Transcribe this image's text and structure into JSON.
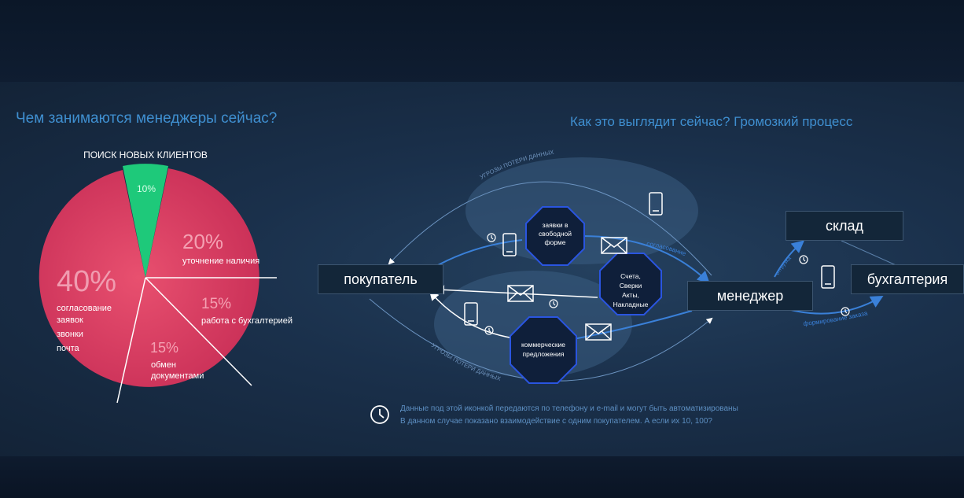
{
  "left": {
    "title": "Чем занимаются менеджеры сейчас?",
    "pie": {
      "slices": [
        {
          "key": "search",
          "percent": "10%",
          "value": 10,
          "label": "ПОИСК НОВЫХ КЛИЕНТОВ",
          "color": "#1ec97a"
        },
        {
          "key": "availability",
          "percent": "20%",
          "value": 20,
          "label": "уточнение наличия",
          "color": "#d8395f"
        },
        {
          "key": "accounting",
          "percent": "15%",
          "value": 15,
          "label": "работа с бухгалтерией",
          "color": "#d8395f"
        },
        {
          "key": "documents",
          "percent": "15%",
          "value": 15,
          "lines": [
            "обмен",
            "документами"
          ],
          "color": "#d8395f"
        },
        {
          "key": "approval",
          "percent": "40%",
          "value": 40,
          "lines": [
            "согласование",
            "заявок",
            "звонки",
            "почта"
          ],
          "color": "#d8395f"
        }
      ]
    }
  },
  "right": {
    "title": "Как это выглядит сейчас? Громозкий процесс",
    "nodes": {
      "buyer": "покупатель",
      "manager": "менеджер",
      "warehouse": "склад",
      "accounting": "бухгалтерия"
    },
    "octagons": {
      "requests": [
        "заявки в",
        "свободной",
        "форме"
      ],
      "invoices": [
        "Счета,",
        "Сверки",
        "Акты,",
        "Накладные"
      ],
      "offers": [
        "коммерческие",
        "предложения"
      ]
    },
    "arc_labels": {
      "threat_top": "УГРОЗЫ ПОТЕРИ ДАННЫХ",
      "threat_bottom": "УГРОЗЫ ПОТЕРИ ДАННЫХ",
      "approval": "согласование",
      "order_forming": "формирование заказа",
      "shipping": "отгрузка"
    },
    "notes": {
      "line1": "Данные под этой иконкой передаются по телефону и e-mail и могут быть автоматизированы",
      "line2": "В данном случае показано взаимодействие с одним покупателем. А если их 10, 100?"
    }
  },
  "colors": {
    "accent_blue": "#3f8fd0",
    "pie_red": "#d8395f",
    "pie_green": "#1ec97a",
    "octagon_border": "#2a55e0"
  }
}
